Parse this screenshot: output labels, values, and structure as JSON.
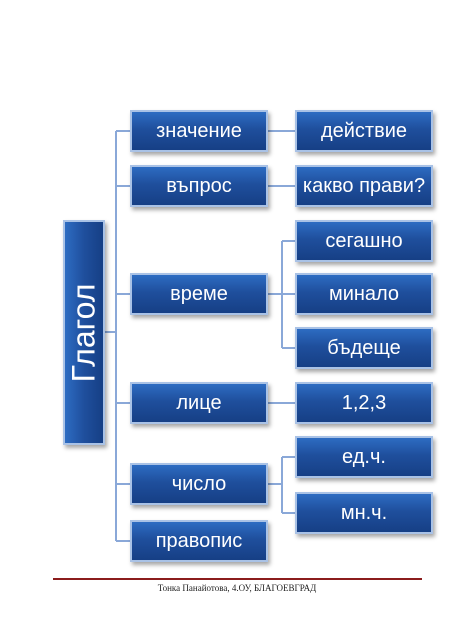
{
  "diagram": {
    "root": "Глагол",
    "branches": [
      {
        "label": "значение",
        "children": [
          "действие"
        ]
      },
      {
        "label": "въпрос",
        "children": [
          "какво прави?"
        ]
      },
      {
        "label": "време",
        "children": [
          "сегашно",
          "минало",
          "бъдеще"
        ]
      },
      {
        "label": "лице",
        "children": [
          "1,2,3"
        ]
      },
      {
        "label": "число",
        "children": [
          "ед.ч.",
          "мн.ч."
        ]
      },
      {
        "label": "правопис",
        "children": []
      }
    ]
  },
  "footer": {
    "text": "Тонка Панайотова, 4.ОУ, БЛАГОЕВГРАД"
  }
}
